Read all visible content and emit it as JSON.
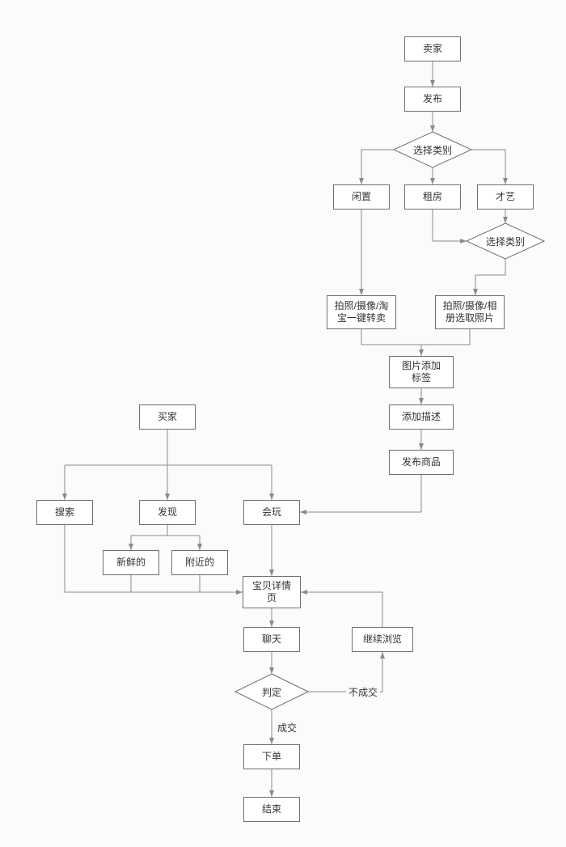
{
  "diagram": {
    "kind": "flowchart",
    "colors": {
      "background": "#fbfbfb",
      "node_fill": "#ffffff",
      "node_border": "#6f6f6f",
      "line": "#8a8a8a",
      "text": "#333333"
    },
    "nodes": {
      "seller": {
        "label": "卖家"
      },
      "publish": {
        "label": "发布"
      },
      "choose_category_1": {
        "label": "选择类别"
      },
      "idle": {
        "label": "闲置"
      },
      "rent": {
        "label": "租房"
      },
      "talent": {
        "label": "才艺"
      },
      "choose_category_2": {
        "label": "选择类别"
      },
      "photo_resell": {
        "label": "拍照/摄像/淘\n宝一键转卖"
      },
      "photo_album": {
        "label": "拍照/摄像/相\n册选取照片"
      },
      "add_tags": {
        "label": "图片添加\n标签"
      },
      "add_desc": {
        "label": "添加描述"
      },
      "publish_item": {
        "label": "发布商品"
      },
      "buyer": {
        "label": "买家"
      },
      "search": {
        "label": "搜索"
      },
      "discover": {
        "label": "发现"
      },
      "fun": {
        "label": "会玩"
      },
      "fresh": {
        "label": "新鲜的"
      },
      "nearby": {
        "label": "附近的"
      },
      "item_detail": {
        "label": "宝贝详情\n页"
      },
      "chat": {
        "label": "聊天"
      },
      "continue_browse": {
        "label": "继续浏览"
      },
      "judge": {
        "label": "判定"
      },
      "order": {
        "label": "下单"
      },
      "end": {
        "label": "结束"
      }
    },
    "edge_labels": {
      "no_deal": "不成交",
      "deal": "成交"
    }
  }
}
